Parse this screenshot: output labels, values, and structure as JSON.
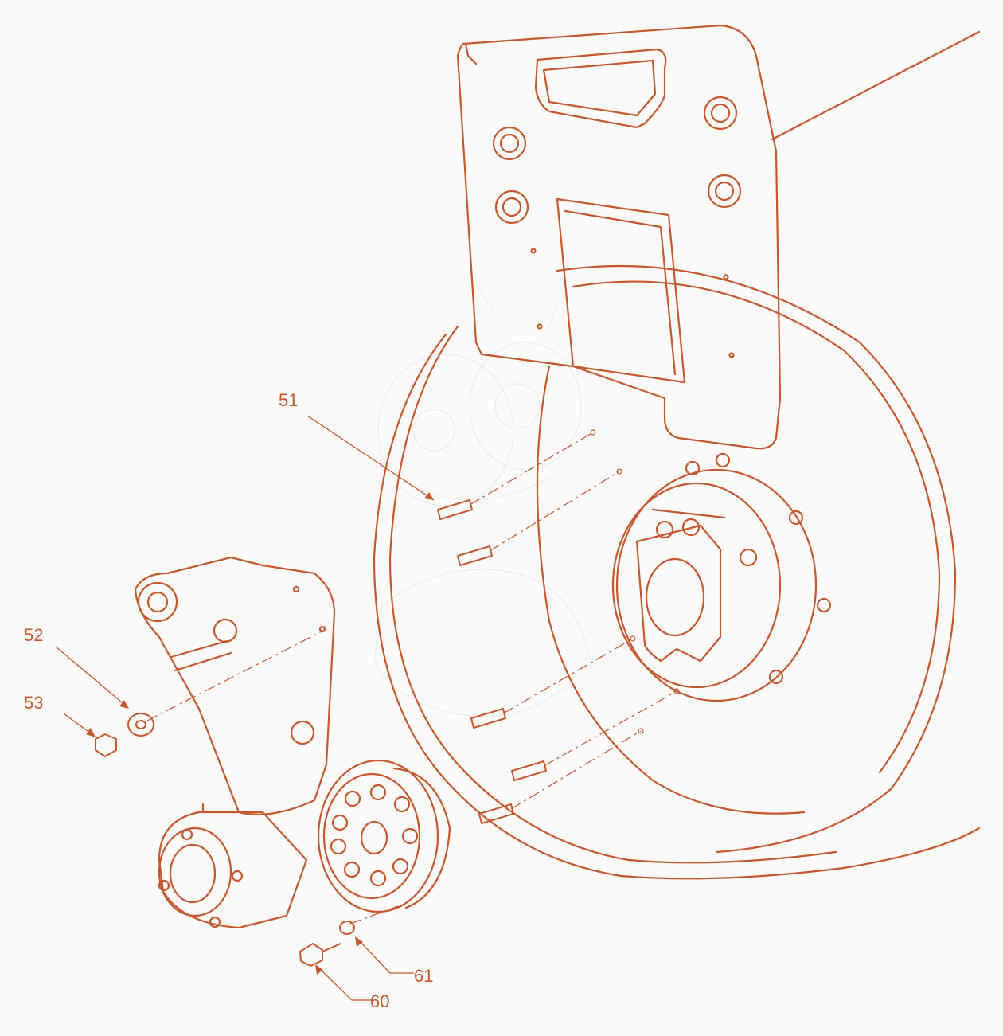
{
  "colors": {
    "line": "#c4582f",
    "background": "#fbfaf8",
    "fill": "#fdfcfb",
    "watermark": "#cfcdca"
  },
  "callouts": {
    "c51": "51",
    "c52": "52",
    "c53": "53",
    "c60": "60",
    "c61": "61"
  }
}
